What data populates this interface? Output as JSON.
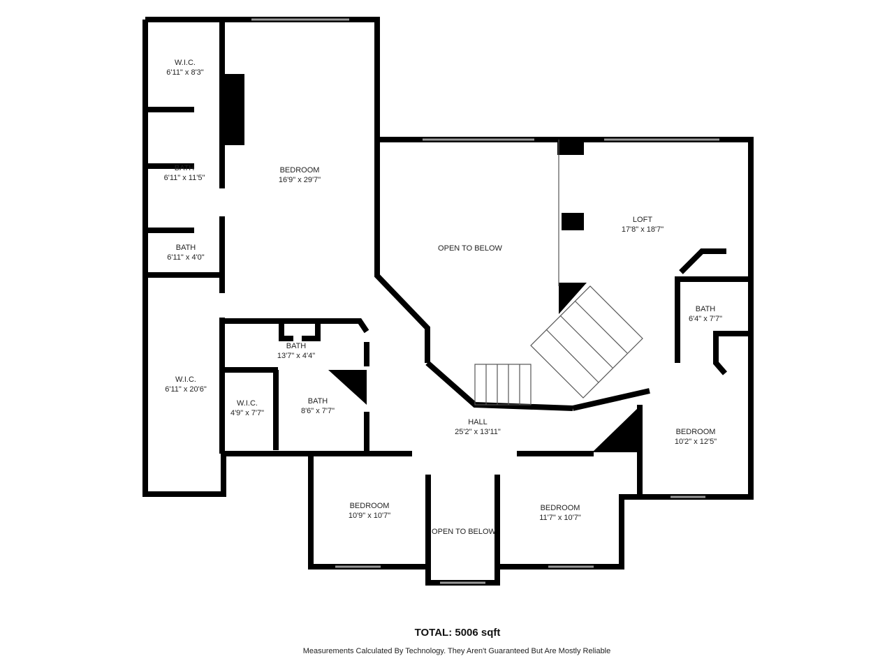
{
  "rooms": [
    {
      "name": "W.I.C.",
      "dims": "6'11\" x 8'3\""
    },
    {
      "name": "BATH",
      "dims": "6'11\" x 11'5\""
    },
    {
      "name": "BATH",
      "dims": "6'11\" x 4'0\""
    },
    {
      "name": "W.I.C.",
      "dims": "6'11\" x 20'6\""
    },
    {
      "name": "BEDROOM",
      "dims": "16'9\" x 29'7\""
    },
    {
      "name": "BATH",
      "dims": "13'7\" x 4'4\""
    },
    {
      "name": "W.I.C.",
      "dims": "4'9\" x 7'7\""
    },
    {
      "name": "BATH",
      "dims": "8'6\" x 7'7\""
    },
    {
      "name": "OPEN TO BELOW",
      "dims": ""
    },
    {
      "name": "LOFT",
      "dims": "17'8\" x 18'7\""
    },
    {
      "name": "BATH",
      "dims": "6'4\" x 7'7\""
    },
    {
      "name": "HALL",
      "dims": "25'2\" x 13'11\""
    },
    {
      "name": "BEDROOM",
      "dims": "10'2\" x 12'5\""
    },
    {
      "name": "BEDROOM",
      "dims": "10'9\" x 10'7\""
    },
    {
      "name": "OPEN TO BELOW",
      "dims": ""
    },
    {
      "name": "BEDROOM",
      "dims": "11'7\" x 10'7\""
    }
  ],
  "footer": {
    "total": "TOTAL: 5006 sqft",
    "note": "Measurements Calculated By Technology. They Aren't Guaranteed But Are Mostly Reliable"
  }
}
